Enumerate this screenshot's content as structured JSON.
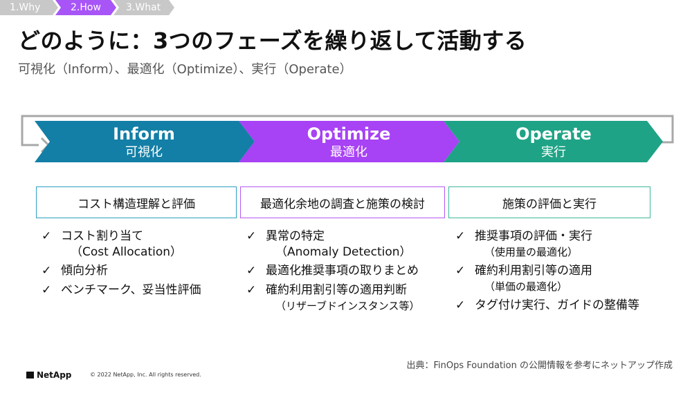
{
  "breadcrumb": [
    {
      "label": "1.Why",
      "color": "#c8c8c8"
    },
    {
      "label": "2.How",
      "color": "#a855f7"
    },
    {
      "label": "3.What",
      "color": "#c8c8c8"
    }
  ],
  "title": "どのように：3つのフェーズを繰り返して活動する",
  "subtitle": "可視化（Inform）、最適化（Optimize）、実行（Operate）",
  "phases": [
    {
      "name": "Inform",
      "jp": "可視化",
      "color": "#137fa6",
      "box": "コスト構造理解と評価",
      "box_border": "#2b9fc0",
      "items": [
        {
          "text": "コスト割り当て",
          "sub": "（Cost Allocation）"
        },
        {
          "text": "傾向分析",
          "sub": ""
        },
        {
          "text": "ベンチマーク、妥当性評価",
          "sub": ""
        }
      ]
    },
    {
      "name": "Optimize",
      "jp": "最適化",
      "color": "#a742f5",
      "box": "最適化余地の調査と施策の検討",
      "box_border": "#b557f0",
      "items": [
        {
          "text": "異常の特定",
          "sub": "（Anomaly Detection）"
        },
        {
          "text": "最適化推奨事項の取りまとめ",
          "sub": ""
        },
        {
          "text": "確約利用割引等の適用判断",
          "sub": "（リザーブドインスタンス等）"
        }
      ]
    },
    {
      "name": "Operate",
      "jp": "実行",
      "color": "#1fa386",
      "box": "施策の評価と実行",
      "box_border": "#3cb89b",
      "items": [
        {
          "text": "推奨事項の評価・実行",
          "sub": "（使用量の最適化）"
        },
        {
          "text": "確約利用割引等の適用",
          "sub": "（単価の最適化）"
        },
        {
          "text": "タグ付け実行、ガイドの整備等",
          "sub": ""
        }
      ]
    }
  ],
  "check_mark": "✓",
  "source": "出典：FinOps Foundation の公開情報を参考にネットアップ作成",
  "logo": "NetApp",
  "copyright": "© 2022 NetApp, Inc. All rights reserved."
}
